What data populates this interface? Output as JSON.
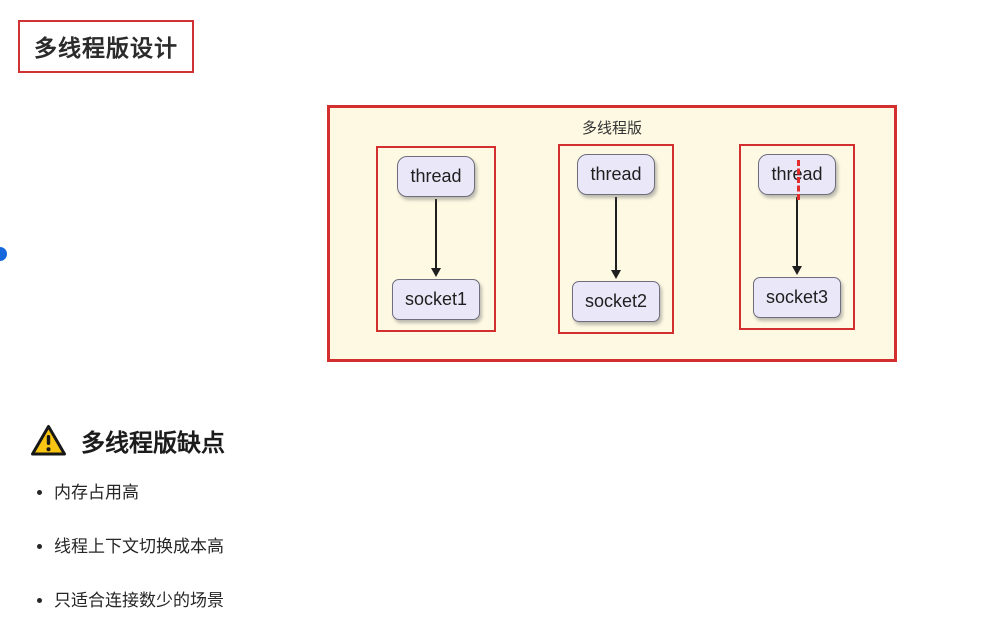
{
  "page": {
    "title": "多线程版设计"
  },
  "diagram": {
    "title": "多线程版",
    "columns": [
      {
        "thread_label": "thread",
        "socket_label": "socket1"
      },
      {
        "thread_label": "thread",
        "socket_label": "socket2"
      },
      {
        "thread_label": "thread",
        "socket_label": "socket3"
      }
    ]
  },
  "warning": {
    "title": "多线程版缺点",
    "items": [
      "内存占用高",
      "线程上下文切换成本高",
      "只适合连接数少的场景"
    ]
  },
  "colors": {
    "red_border": "#d32f2f",
    "diagram_bg": "#fdf9e3",
    "node_bg": "#e9e7f8",
    "warning_yellow": "#f9c513",
    "blue_dot": "#1668dc"
  }
}
